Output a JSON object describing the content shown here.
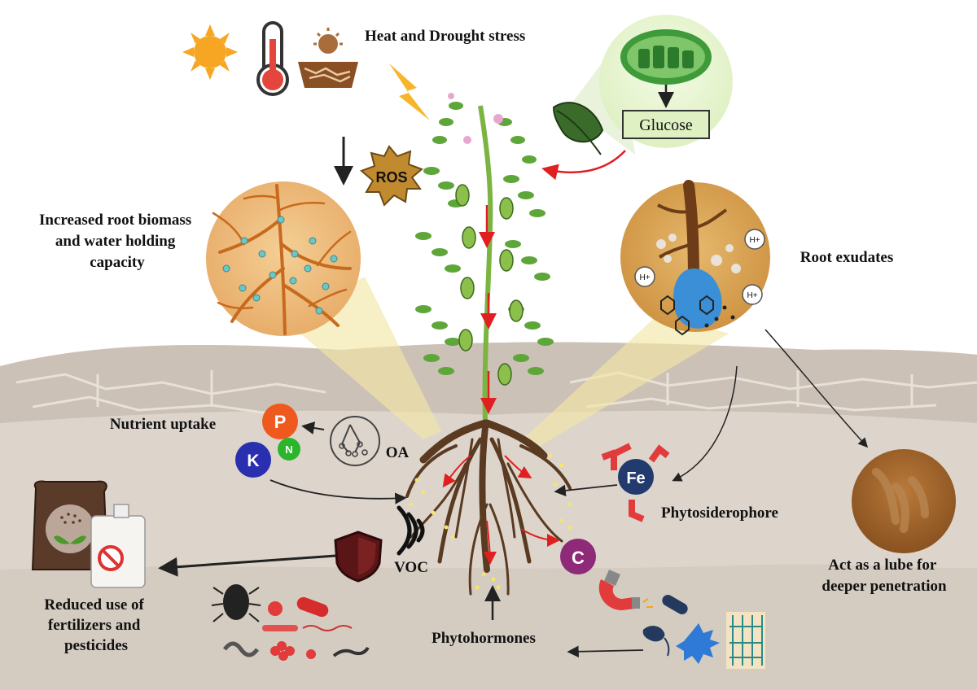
{
  "labels": {
    "heat_drought": "Heat and Drought stress",
    "ros": "ROS",
    "glucose": "Glucose",
    "root_biomass": "Increased root biomass and water holding capacity",
    "root_exudates": "Root exudates",
    "nutrient_uptake": "Nutrient uptake",
    "oa": "OA",
    "voc": "VOC",
    "phytosiderophore": "Phytosiderophore",
    "phytohormones": "Phytohormones",
    "reduced_use": "Reduced use of fertilizers and pesticides",
    "lube": "Act as a lube for deeper penetration"
  },
  "elements": {
    "p": "P",
    "n": "N",
    "k": "K",
    "fe": "Fe",
    "c": "C",
    "h_plus": "H+"
  },
  "colors": {
    "sun": "#f6a623",
    "soil": "#ddd5cc",
    "cracked_soil": "#c9bfb5",
    "leaf": "#5fa63a",
    "root": "#6e4a2b",
    "arrow_red": "#e02020",
    "p_orange": "#f0591e",
    "n_green": "#2bb52b",
    "k_blue": "#2a2fb0",
    "fe_navy": "#223a6e",
    "c_purple": "#8e2a78",
    "shield": "#5a1616"
  },
  "icons": [
    "sun-icon",
    "thermometer-icon",
    "dry-soil-icon",
    "lightning-icon",
    "chloroplast-icon",
    "leaf-icon",
    "oa-molecule-icon",
    "signal-waves-icon",
    "shield-icon",
    "fertilizer-bag-icon",
    "pesticide-jug-icon",
    "magnet-icon",
    "bug-icon",
    "microbe-icon"
  ]
}
